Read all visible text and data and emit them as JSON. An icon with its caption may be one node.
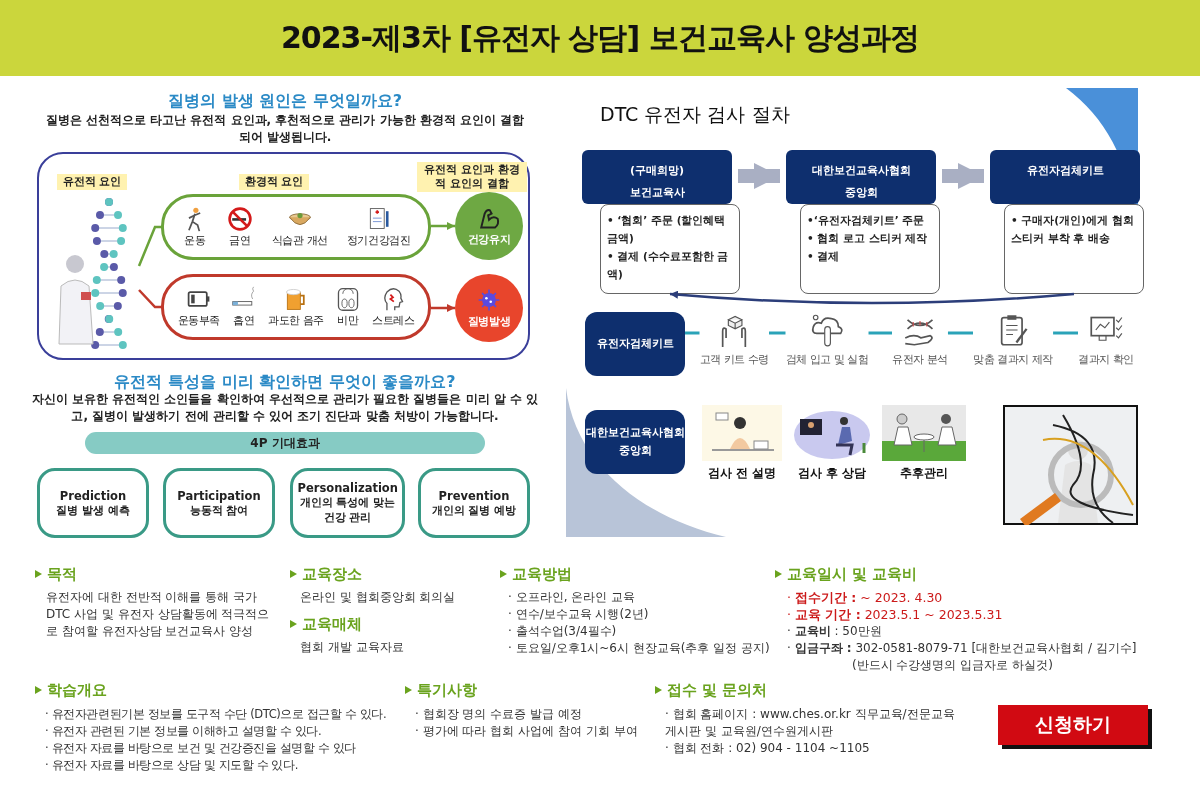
{
  "diagram": {
    "title": "2023-제3차 **[유전자 상담]** 보건교육사 양성과정",
    "nodes": [
      {
        "text": [
          "유전적 요인",
          "환경적 요인",
          "유전적 요인과 환경적 요인의 결합"
        ]
      },
      {
        "text": [],
        "shape": "picture",
        "in": 0
      },
      {
        "text": [
          "운동",
          "금연",
          "식습관 개선",
          "정기건강검진"
        ],
        "in": 0
      },
      {
        "text": [
          "운동부족",
          "흡연",
          "과도한 음주",
          "비만",
          "스트레스"
        ],
        "in": 0
      },
      {
        "text": [
          "건강유지"
        ],
        "in": 0
      },
      {
        "text": [
          "질병발생"
        ],
        "in": 0
      },
      {
        "text": [
          "4P 기대효과"
        ]
      },
      {
        "text": [
          "Prediction",
          "질병 발생 예측"
        ]
      },
      {
        "text": [
          "Participation",
          "능동적 참여"
        ]
      },
      {
        "text": [
          "Personalization",
          "개인의 특성에 맞는 건강 관리"
        ]
      },
      {
        "text": [
          "Prevention",
          "개인의 질병 예방"
        ]
      },
      {
        "text": [
          "(구매희망) 보건교육사"
        ]
      },
      {
        "text": [
          "• ‘협회’ 주문 (**할인혜택** 금액)",
          "• 결제 (수수료포함한 금액)"
        ]
      },
      {
        "text": [
          "대한보건교육사협회 중앙회"
        ]
      },
      {
        "text": [
          "•‘유전자검체키트’ 주문",
          "• 협회 로고 스티커 제작",
          "• 결제"
        ]
      },
      {
        "text": [
          "유전자검체키트"
        ]
      },
      {
        "text": [
          "• 구매자(개인)에게 협회스티커 부착 후 배송"
        ]
      },
      {
        "text": [
          "유전자검체키트"
        ]
      },
      {
        "text": [
          "고객 키트 수령"
        ]
      },
      {
        "text": [
          "검체 입고 및 실험"
        ]
      },
      {
        "text": [
          "유전자 분석"
        ]
      },
      {
        "text": [
          "맞춤 결과지 제작"
        ]
      },
      {
        "text": [
          "결과지 확인"
        ]
      },
      {
        "text": [
          "대한보건교육사협회 중앙회"
        ]
      },
      {
        "text": [
          "검사 전 설명"
        ]
      },
      {
        "text": [
          "검사 후 상담"
        ]
      },
      {
        "text": [
          "추후관리"
        ]
      }
    ],
    "edges": [
      {
        "from": 1,
        "to": 2,
        "arrow": "none",
        "color": "#6aa33a"
      },
      {
        "from": 1,
        "to": 3,
        "arrow": "none",
        "color": "#c0392b"
      },
      {
        "from": 2,
        "to": 4,
        "arrow": "to",
        "color": "#6aa33a"
      },
      {
        "from": 3,
        "to": 5,
        "arrow": "to",
        "color": "#c0392b"
      },
      {
        "from": 11,
        "to": 13,
        "arrow": "to",
        "style": "thick",
        "color": "#a9afc3"
      },
      {
        "from": 13,
        "to": 15,
        "arrow": "to",
        "style": "thick",
        "color": "#a9afc3"
      },
      {
        "from": 16,
        "to": 12,
        "arrow": "to",
        "color": "#2c3e7a"
      },
      {
        "from": 17,
        "to": 18,
        "arrow": "none",
        "color": "#2aa3b8"
      },
      {
        "from": 18,
        "to": 19,
        "arrow": "none",
        "color": "#2aa3b8"
      },
      {
        "from": 19,
        "to": 20,
        "arrow": "none",
        "color": "#2aa3b8"
      },
      {
        "from": 20,
        "to": 21,
        "arrow": "none",
        "color": "#2aa3b8"
      },
      {
        "from": 21,
        "to": 22,
        "arrow": "none",
        "color": "#2aa3b8"
      }
    ],
    "labels": [
      "질병의 발생 원인은 무엇일까요?",
      "질병은 선천적으로 타고난 유전적 요인과, 후천적으로 관리가 가능한 환경적 요인이 결합되어 발생됩니다.",
      "유전적 특성을 미리 확인하면 무엇이 좋을까요?",
      "자신이 보유한 유전적인 소인들을 확인하여 우선적으로 관리가 필요한 질병들은 미리 알 수 있고, 질병이 발생하기 전에 관리할 수 있어 조기 진단과 맞춤 처방이 가능합니다.",
      "DTC 유전자 검사 절차",
      "목적",
      "유전자에 대한 전반적 이해를 통해 국가 DTC 사업 및 유전자 상담활동에 적극적으로 참여할 유전자상담 보건교육사 양성",
      "교육장소",
      "온라인 및 협회중앙회 회의실",
      "교육매체",
      "협회 개발 교육자료",
      "교육방법",
      "· 오프라인, 온라인 교육",
      "· 연수/보수교육 시행(2년)",
      "· 출석수업(3/4필수)",
      "· 토요일/오후1시~6시 현장교육(추후 일정 공지)",
      "교육일시 및 교육비",
      "· **접수기간 :** ~ 2023. 4.30",
      "· **교육 기간 :** 2023.5.1 ~ 2023.5.31",
      "· **교육비** : 50만원",
      "· **입금구좌 :** 302-0581-8079-71 [대한보건교육사협회 / 김기수]",
      "(반드시 수강생명의 입금자로 하실것)",
      "학습개요",
      "· 유전자관련된기본 정보를 도구적 수단 (DTC)으로 접근할 수 있다.",
      "· 유전자 관련된 기본 정보를 이해하고 설명할 수 있다.",
      "· 유전자 자료를 바탕으로 보건 및 건강증진을 설명할 수 있다",
      "· 유전자 자료를 바탕으로 상담 및 지도할 수 있다.",
      "특기사항",
      "· 협회장 명의 수료증 발급 예정",
      "· 평가에 따라 협회 사업에 참여 기회 부여",
      "접수 및 문의처",
      "· 협회 홈페이지 : www.ches.or.kr 직무교육/전문교육 게시판 및 교육원/연수원게시판",
      "· 협회 전화 : 02) 904 - 1104 ~1105",
      "신청하기"
    ]
  }
}
